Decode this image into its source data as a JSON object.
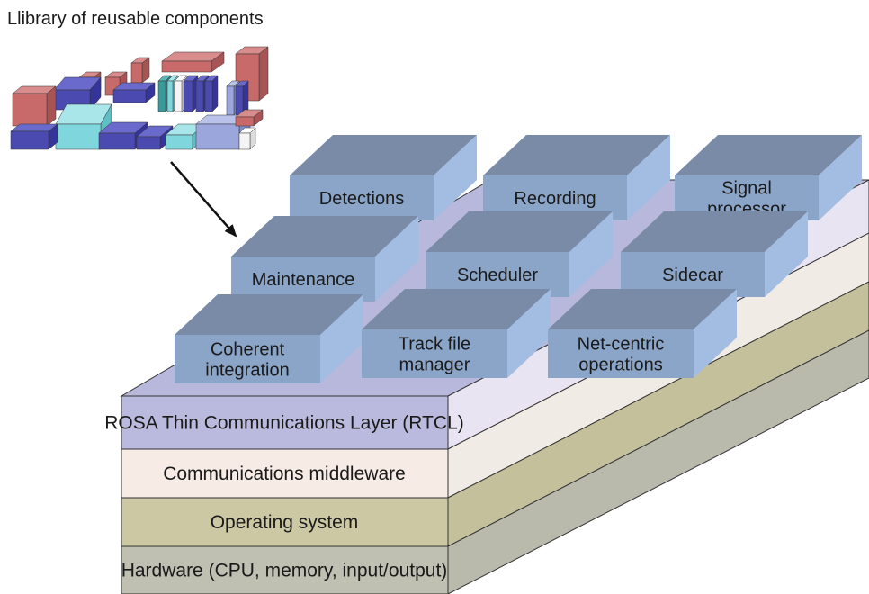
{
  "library": {
    "title": "Llibrary of reusable components"
  },
  "layers": [
    {
      "id": "rtcl",
      "label": "ROSA Thin Communications Layer (RTCL)",
      "color": "#babade"
    },
    {
      "id": "middleware",
      "label": "Communications middleware",
      "color": "#f6ebe5"
    },
    {
      "id": "os",
      "label": "Operating system",
      "color": "#cdc8a4"
    },
    {
      "id": "hardware",
      "label": "Hardware (CPU, memory, input/output)",
      "color": "#bfbfb2"
    }
  ],
  "platform_top_color": "#b8b8dc",
  "components": [
    {
      "id": "detections",
      "lines": [
        "Detections"
      ]
    },
    {
      "id": "recording",
      "lines": [
        "Recording"
      ]
    },
    {
      "id": "signal-processor",
      "lines": [
        "Signal",
        "processor"
      ]
    },
    {
      "id": "maintenance",
      "lines": [
        "Maintenance"
      ]
    },
    {
      "id": "scheduler",
      "lines": [
        "Scheduler"
      ]
    },
    {
      "id": "sidecar",
      "lines": [
        "Sidecar"
      ]
    },
    {
      "id": "coherent-integration",
      "lines": [
        "Coherent",
        "integration"
      ]
    },
    {
      "id": "track-file-manager",
      "lines": [
        "Track file",
        "manager"
      ]
    },
    {
      "id": "net-centric-operations",
      "lines": [
        "Net-centric",
        "operations"
      ]
    }
  ],
  "block_colors": {
    "front": "#8ba5c8",
    "top": "#7a8ba8",
    "side": "#a3bde2"
  }
}
